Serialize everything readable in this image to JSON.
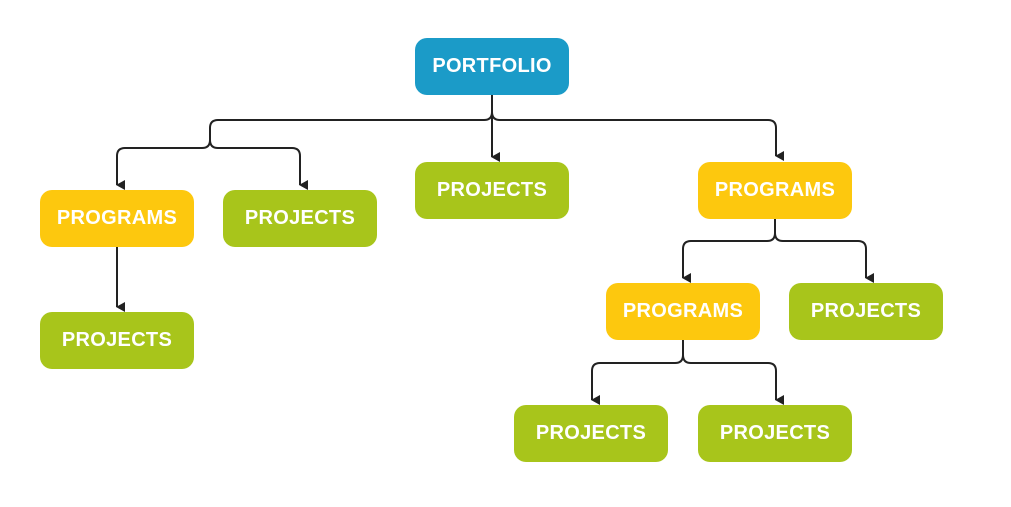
{
  "colors": {
    "portfolio": "#1b9bc8",
    "program": "#fdc80e",
    "project": "#a8c51b",
    "connector": "#222222"
  },
  "nodes": {
    "portfolio": "PORTFOLIO",
    "program_left": "PROGRAMS",
    "project_left_top": "PROJECTS",
    "project_left_bottom": "PROJECTS",
    "project_middle": "PROJECTS",
    "program_right": "PROGRAMS",
    "program_right_sub": "PROGRAMS",
    "project_right_sub": "PROJECTS",
    "project_bottom_1": "PROJECTS",
    "project_bottom_2": "PROJECTS"
  }
}
